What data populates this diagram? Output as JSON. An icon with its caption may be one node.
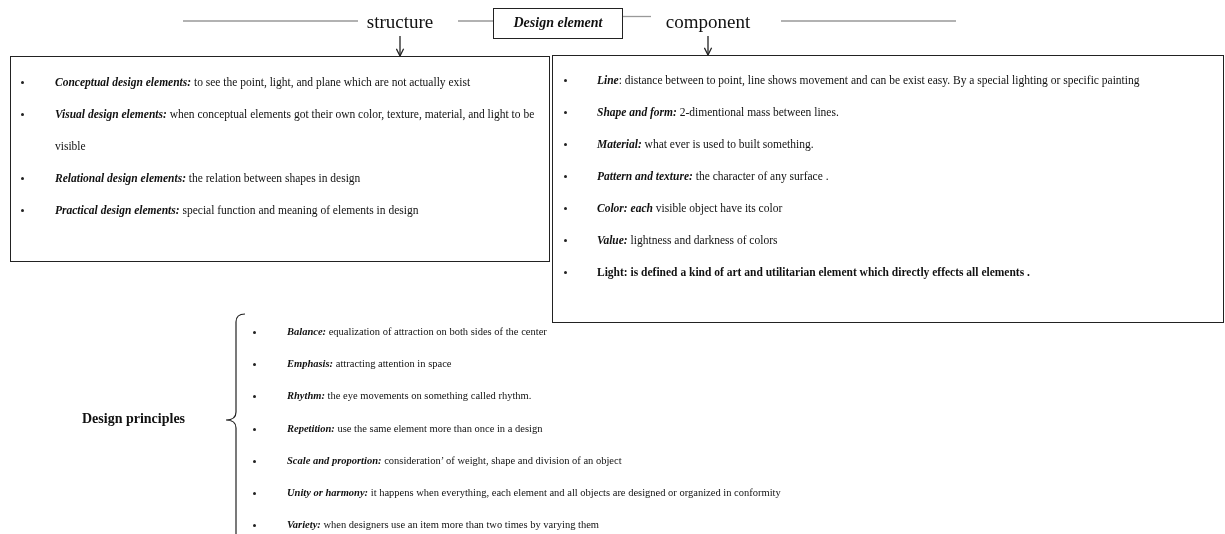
{
  "diagram": {
    "nodes": [
      {
        "text": [
          "Design element"
        ]
      },
      {
        "text": [
          "structure"
        ]
      },
      {
        "text": [
          "component"
        ]
      },
      {
        "text": [
          "*Conceptual design elements:* to see the point, light, and plane which are not actually exist",
          "*Visual design elements:* when conceptual elements got their own color, texture, material, and light to be visible",
          "*Relational design elements:* the relation between shapes in design",
          "*Practical design elements:* special function and meaning of elements in design"
        ]
      },
      {
        "text": [
          "*Line*: distance between to point, line shows movement and can be exist easy. By a special lighting or specific painting",
          "*Shape and form:* 2-dimentional mass between lines.",
          "*Material:* what ever is used to built something.",
          "*Pattern and texture:* the character of any surface .",
          "*Color: each* visible object have its color",
          "*Value:* lightness and darkness of colors",
          "**Light: is defined a kind of art and utilitarian element which directly effects all elements .**"
        ]
      }
    ],
    "edges": [
      {
        "from": null,
        "to": 1,
        "arrow": "none"
      },
      {
        "from": 1,
        "to": 0,
        "arrow": "none"
      },
      {
        "from": 0,
        "to": 2,
        "arrow": "none"
      },
      {
        "from": 2,
        "to": null,
        "arrow": "none"
      },
      {
        "from": 1,
        "to": 3,
        "arrow": "to",
        "color": "#222222"
      },
      {
        "from": 2,
        "to": 4,
        "arrow": "to",
        "color": "#222222"
      }
    ],
    "labels": [
      "Design principles",
      "*Balance:* equalization of attraction on both sides of the center",
      "*Emphasis:* attracting attention in space",
      "*Rhythm:* the eye movements on something called rhythm.",
      "*Repetition:* use the same element more than once in a design",
      "*Scale and proportion:* consideration’ of weight, shape and division of an object",
      "*Unity or harmony:* it happens when everything, each element and all objects are designed or organized in conformity",
      "*Variety:* when designers use an item more than two times by varying them"
    ]
  }
}
